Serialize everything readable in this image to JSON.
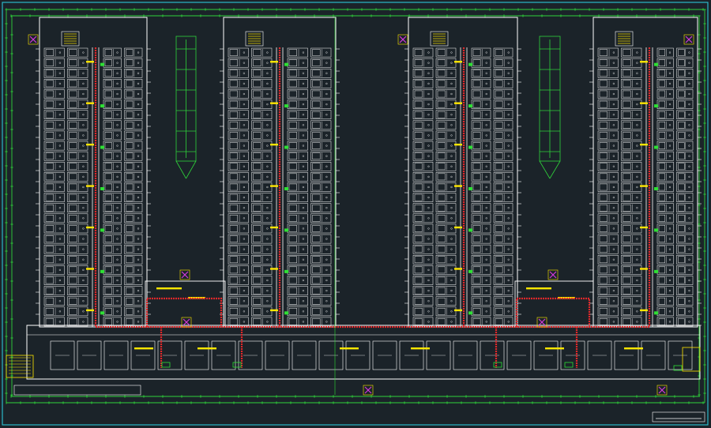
{
  "drawing": {
    "title_block_text": "",
    "colors": {
      "background": "#1b2329",
      "frame": "#2ab7c9",
      "dimension": "#2fd33a",
      "walls": "#ffffff",
      "pipe": "#e0282b",
      "label": "#ffe600",
      "marker": "#d23bd8",
      "equipment": "#2fe035"
    },
    "wings": [
      "wing-1",
      "wing-2",
      "wing-3",
      "wing-4"
    ],
    "courtyards": [
      "courtyard-1",
      "courtyard-2"
    ]
  }
}
